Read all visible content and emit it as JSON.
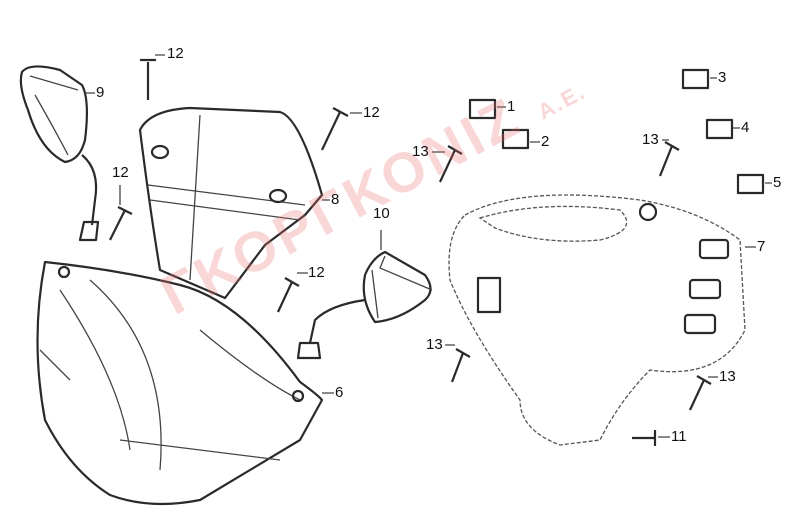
{
  "diagram": {
    "watermark": {
      "text": "ΓΚΟΡΓΚΟΝΙΖ",
      "suffix": "Α.Ε."
    },
    "callouts": [
      {
        "id": "c1",
        "label": "12"
      },
      {
        "id": "c2",
        "label": "9"
      },
      {
        "id": "c3",
        "label": "12"
      },
      {
        "id": "c4",
        "label": "1"
      },
      {
        "id": "c5",
        "label": "3"
      },
      {
        "id": "c6",
        "label": "13"
      },
      {
        "id": "c7",
        "label": "2"
      },
      {
        "id": "c8",
        "label": "13"
      },
      {
        "id": "c9",
        "label": "4"
      },
      {
        "id": "c10",
        "label": "5"
      },
      {
        "id": "c11",
        "label": "12"
      },
      {
        "id": "c12",
        "label": "8"
      },
      {
        "id": "c13",
        "label": "10"
      },
      {
        "id": "c14",
        "label": "7"
      },
      {
        "id": "c15",
        "label": "12"
      },
      {
        "id": "c16",
        "label": "6"
      },
      {
        "id": "c17",
        "label": "13"
      },
      {
        "id": "c18",
        "label": "13"
      },
      {
        "id": "c19",
        "label": "11"
      }
    ]
  }
}
